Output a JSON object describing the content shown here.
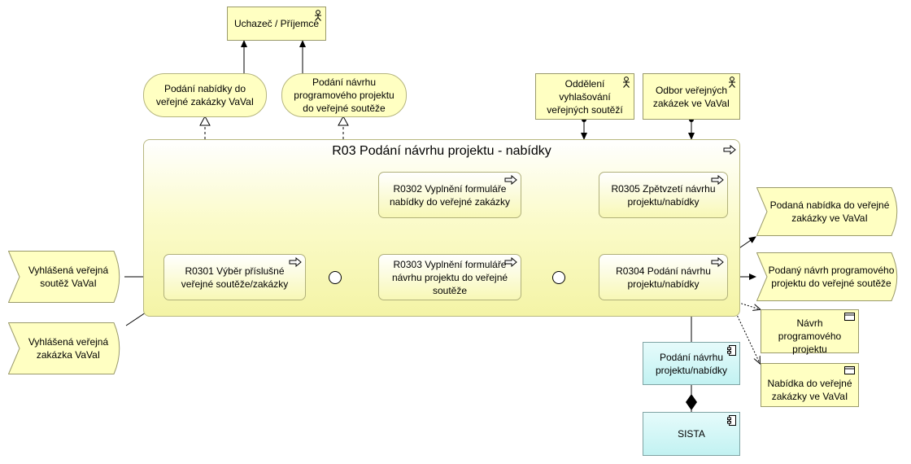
{
  "diagram": {
    "title": "R03 Podání návrhu projektu - nabídky",
    "actors": {
      "uchazec": "Uchazeč / Příjemce",
      "oddeleni": "Oddělení vyhlašování veřejných soutěží",
      "odbor": "Odbor veřejných zakázek ve VaVaI"
    },
    "services": {
      "podani_nabidky": "Podání nabídky do veřejné zakázky VaVaI",
      "podani_navrhu": "Podání návrhu programového projektu do veřejné soutěže"
    },
    "processes": {
      "r0301": "R0301 Výběr příslušné veřejné soutěže/zakázky",
      "r0302": "R0302 Vyplnění formuláře nabídky do veřejné zakázky",
      "r0303": "R0303 Vyplnění formuláře návrhu projektu do veřejné soutěže",
      "r0304": "R0304 Podání návrhu projektu/nabídky",
      "r0305": "R0305 Zpětvzetí návrhu projektu/nabídky"
    },
    "events": {
      "in_soutez": "Vyhlášená veřejná soutěž VaVaI",
      "in_zakazka": "Vyhlášená veřejná zakázka VaVaI",
      "out_nabidka": "Podaná nabídka do veřejné zakázky ve VaVaI",
      "out_navrh": "Podaný návrh programového projektu do veřejné soutěže"
    },
    "data_objects": {
      "navrh": "Návrh programového projektu",
      "nabidka": "Nabídka do veřejné zakázky ve VaVaI"
    },
    "app": {
      "service": "Podání návrhu projektu/nabídky",
      "component": "SISTA"
    },
    "colors": {
      "business": "#ffffc2",
      "application": "#c2f2f2",
      "line": "#000000"
    },
    "icons": [
      "actor-icon",
      "process-arrow-icon",
      "application-component-icon",
      "data-object-icon",
      "junction-icon"
    ]
  }
}
